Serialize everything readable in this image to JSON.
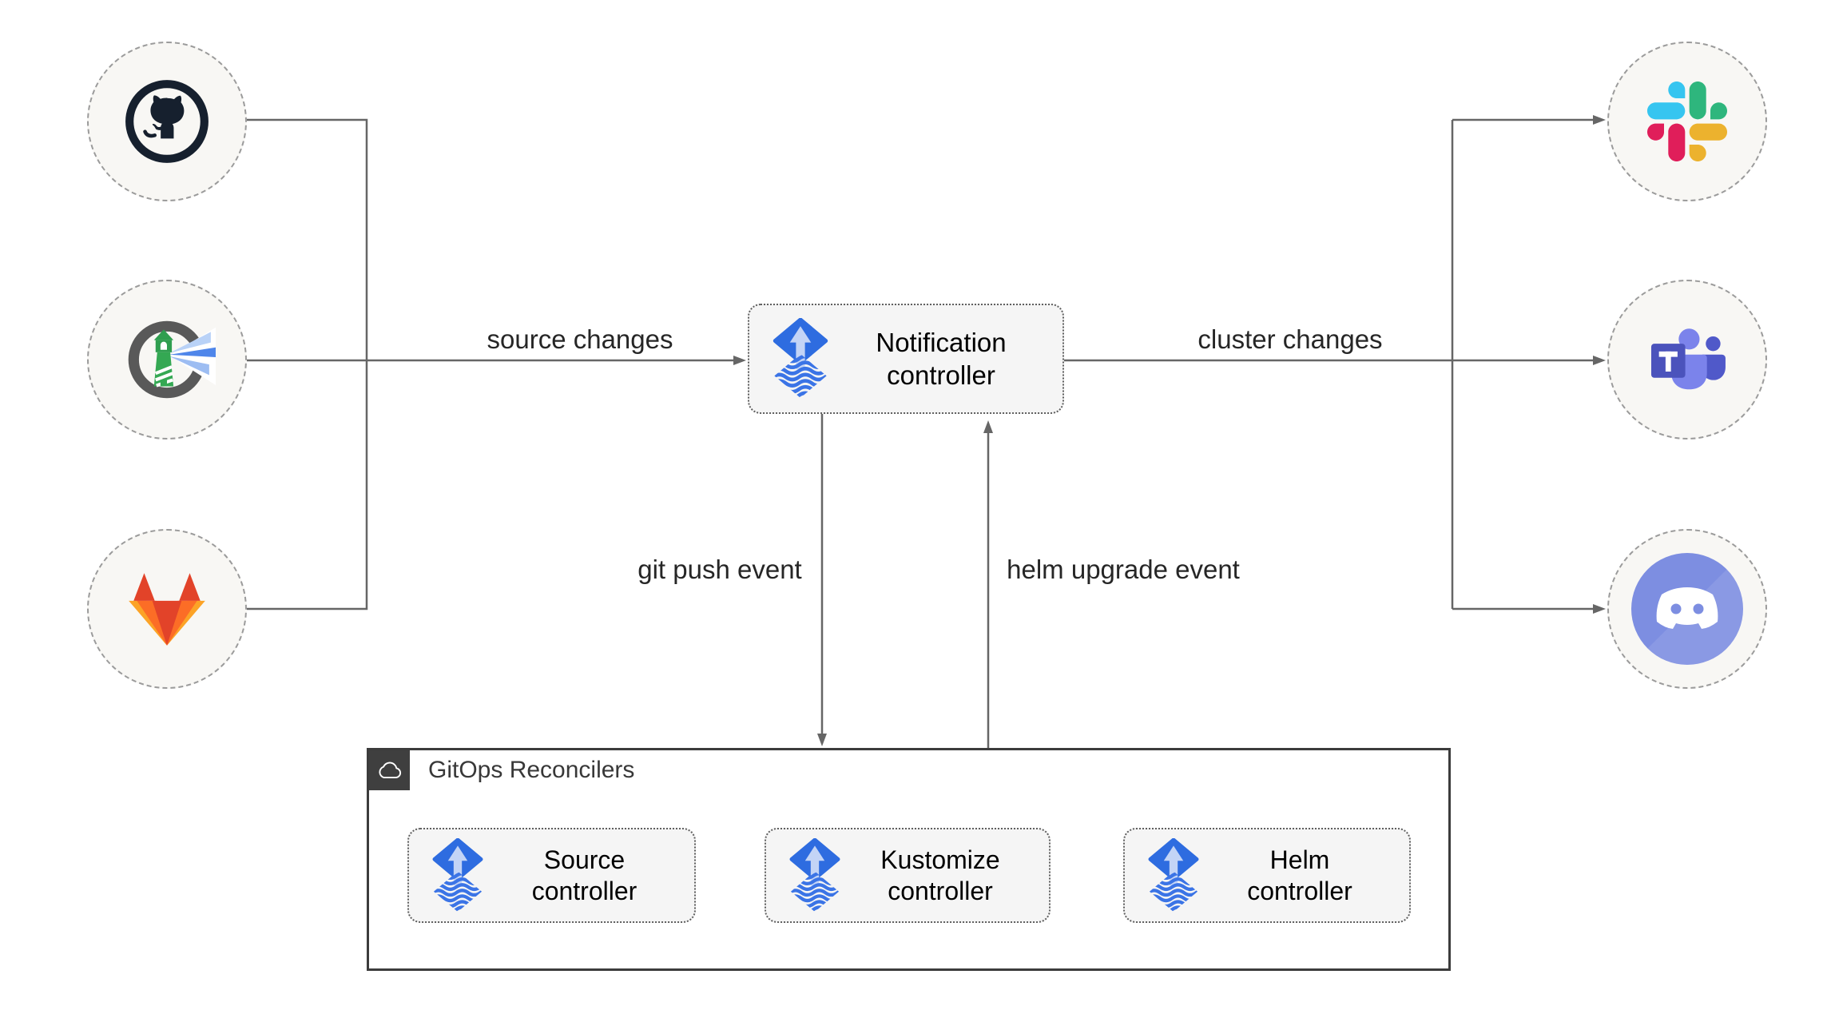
{
  "nodes": {
    "github": {
      "icon": "github"
    },
    "harbor": {
      "icon": "harbor"
    },
    "gitlab": {
      "icon": "gitlab"
    },
    "slack": {
      "icon": "slack"
    },
    "teams": {
      "icon": "microsoft-teams"
    },
    "discord": {
      "icon": "discord"
    },
    "notification": {
      "lines": [
        "Notification",
        "controller"
      ]
    },
    "source": {
      "lines": [
        "Source",
        "controller"
      ]
    },
    "kustomize": {
      "lines": [
        "Kustomize",
        "controller"
      ]
    },
    "helm": {
      "lines": [
        "Helm",
        "controller"
      ]
    }
  },
  "edges": {
    "source_changes": "source changes",
    "cluster_changes": "cluster changes",
    "git_push": "git push event",
    "helm_upgrade": "helm upgrade event"
  },
  "container": {
    "label": "GitOps Reconcilers",
    "icon": "cloud"
  },
  "colors": {
    "flux_blue": "#2e6ce0",
    "flux_wave_blue": "#3b74e6",
    "edge_gray": "#666666",
    "box_fill": "#f5f5f5",
    "circle_fill": "#f8f7f4",
    "circle_dash": "#9b9b9b",
    "container_border": "#3c3c3c",
    "github_dark": "#16202e",
    "harbor_gray": "#595959",
    "harbor_green": "#2f9e4f",
    "gitlab_red": "#e24329",
    "gitlab_orange": "#fc6d26",
    "gitlab_light_orange": "#fca326",
    "slack_blue": "#36C5F0",
    "slack_green": "#2EB67D",
    "slack_yellow": "#ECB22E",
    "slack_pink": "#E01E5A",
    "teams_dark": "#4b53bc",
    "teams_mid": "#5059c9",
    "teams_light": "#7b83eb",
    "discord_blurple": "#7d8ee1"
  }
}
